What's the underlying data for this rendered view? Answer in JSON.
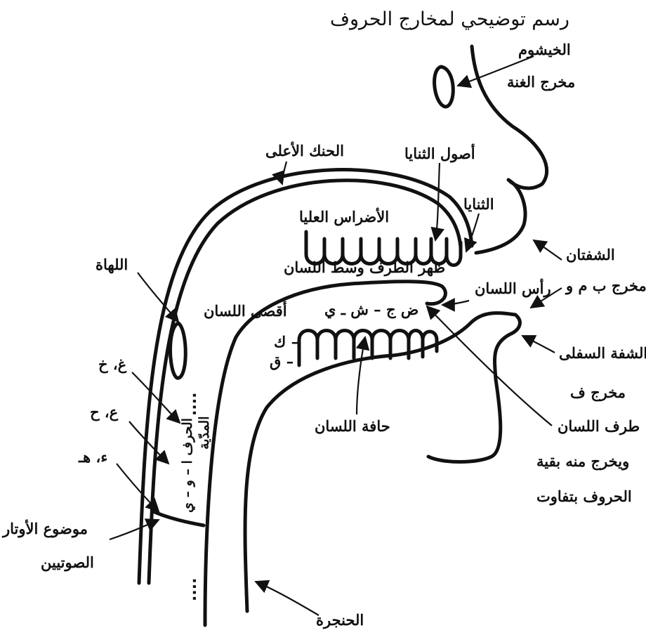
{
  "title": "رسم توضيحي لمخارج الحروف",
  "labels": {
    "khayshum": "الخيشوم",
    "makhraj_ghunna": "مخرج الغنة",
    "hanak": "الحنك الأعلى",
    "usul_thanaya": "أصول الثنايا",
    "thanaya": "الثنايا",
    "adras_ulya": "الأضراس العليا",
    "lahat": "اللهاة",
    "shafatan": "الشفتان",
    "makhraj_bmw": "مخرج ب م و",
    "zahr_taraf": "ظهر الطرف وسط اللسان",
    "ras_lisan": "رأس اللسان",
    "aqsa_lisan": "أقصى اللسان",
    "letters_mid": "ض ج – ش ـ ي",
    "letter_kaf": "– ك",
    "letter_qaf": "– ق",
    "ghain_kha": "غ، خ",
    "ain_ha": "ع، ح",
    "hamza_ha": "ء، هـ",
    "shafa_sufla": "الشفة السفلى",
    "makhraj_f": "مخرج ف",
    "hafat_lisan": "حافة اللسان",
    "taraf_lisan": "طرف اللسان",
    "yakhruj": "ويخرج منه بقية",
    "huruf_tafawut": "الحروف بتفاوت",
    "awtar_1": "موضوع الأوتار",
    "awtar_2": "الصوتيين",
    "hanjara": "الحنجرة",
    "madd_letters": "الحرف ا – و – ي",
    "madd_sub": "المدّية"
  },
  "colors": {
    "ink": "#111111",
    "background": "#ffffff"
  }
}
